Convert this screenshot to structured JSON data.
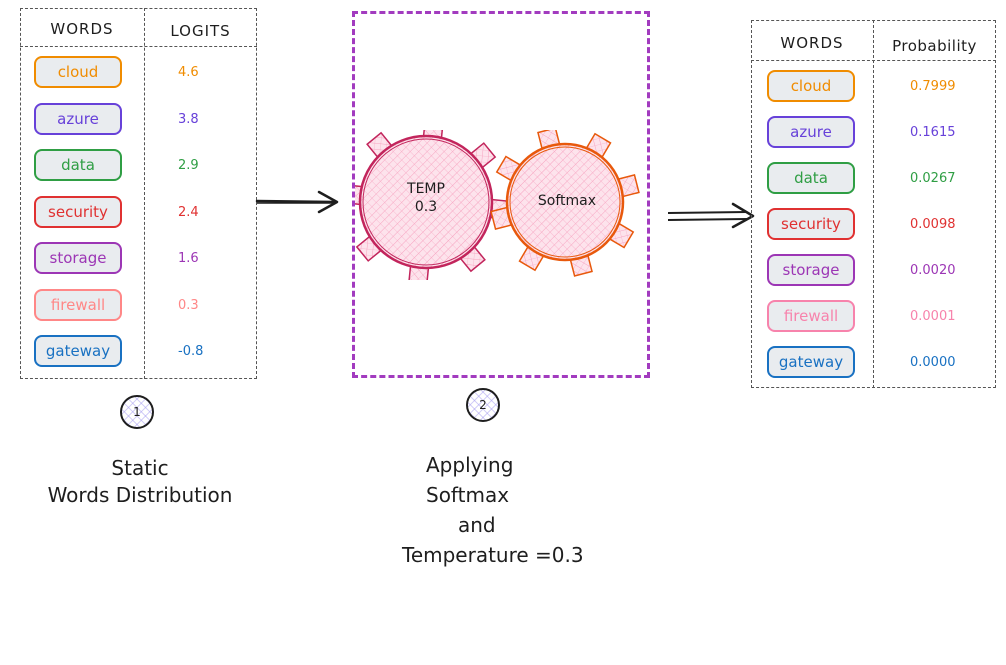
{
  "input_table": {
    "headers": {
      "words": "WORDS",
      "values": "LOGITS"
    },
    "rows": [
      {
        "word": "cloud",
        "value": "4.6",
        "color": "#f08c00"
      },
      {
        "word": "azure",
        "value": "3.8",
        "color": "#6741d9"
      },
      {
        "word": "data",
        "value": "2.9",
        "color": "#2f9e44"
      },
      {
        "word": "security",
        "value": "2.4",
        "color": "#e03131"
      },
      {
        "word": "storage",
        "value": "1.6",
        "color": "#9c36b5"
      },
      {
        "word": "firewall",
        "value": "0.3",
        "color": "#ff8787"
      },
      {
        "word": "gateway",
        "value": "-0.8",
        "color": "#1971c2"
      }
    ]
  },
  "output_table": {
    "headers": {
      "words": "WORDS",
      "values": "Probability"
    },
    "rows": [
      {
        "word": "cloud",
        "value": "0.7999",
        "color": "#f08c00"
      },
      {
        "word": "azure",
        "value": "0.1615",
        "color": "#6741d9"
      },
      {
        "word": "data",
        "value": "0.0267",
        "color": "#2f9e44"
      },
      {
        "word": "security",
        "value": "0.0098",
        "color": "#e03131"
      },
      {
        "word": "storage",
        "value": "0.0020",
        "color": "#9c36b5"
      },
      {
        "word": "firewall",
        "value": "0.0001",
        "color": "#f783ac"
      },
      {
        "word": "gateway",
        "value": "0.0000",
        "color": "#1971c2"
      }
    ]
  },
  "process": {
    "gear_temp": {
      "line1": "TEMP",
      "line2": "0.3",
      "color": "#c2255c"
    },
    "gear_softmax": {
      "label": "Softmax",
      "color": "#e8590c"
    },
    "frame_color": "#a23bbf"
  },
  "steps": [
    {
      "number": "1",
      "caption_lines": [
        "Static",
        "Words Distribution"
      ]
    },
    {
      "number": "2",
      "caption_lines": [
        "Applying",
        "Softmax",
        "and",
        "Temperature =0.3"
      ]
    }
  ],
  "icons": {
    "arrow_in": "right-arrow-icon",
    "arrow_out": "double-right-arrow-icon",
    "gear_temp": "gear-icon",
    "gear_softmax": "gear-icon"
  }
}
